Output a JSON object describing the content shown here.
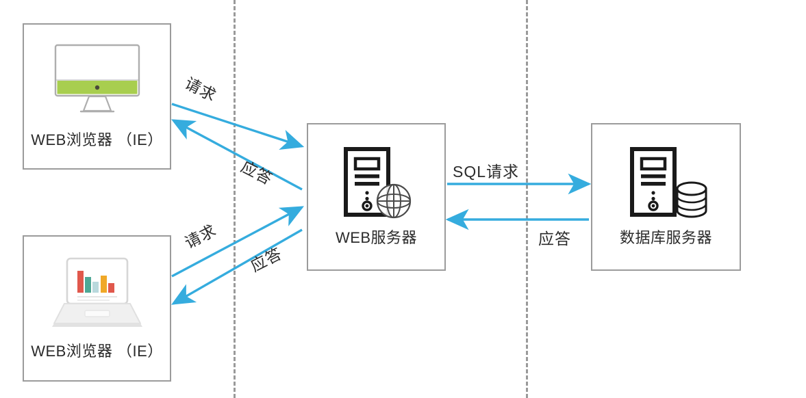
{
  "diagram": {
    "title": "Web three-tier architecture request flow",
    "colors": {
      "arrow": "#35ACDE",
      "box_border": "#9b9b9b",
      "divider": "#9a9a9a",
      "text": "#2b2b2b",
      "monitor_green": "#a8ce4f",
      "chart_red": "#e0584c",
      "chart_teal": "#4ea896",
      "chart_lightblue": "#b9d9dd",
      "chart_orange": "#f0a828",
      "icon_dark": "#1a1a1a",
      "icon_gray": "#b0b0b0"
    },
    "nodes": [
      {
        "id": "browser-top",
        "label": "WEB浏览器 （IE）",
        "icon": "desktop-monitor-icon"
      },
      {
        "id": "browser-bottom",
        "label": "WEB浏览器 （IE）",
        "icon": "laptop-chart-icon"
      },
      {
        "id": "web-server",
        "label": "WEB服务器",
        "icon": "server-globe-icon"
      },
      {
        "id": "db-server",
        "label": "数据库服务器",
        "icon": "server-database-icon"
      }
    ],
    "edges": [
      {
        "id": "req-top",
        "label": "请求",
        "from": "browser-top",
        "to": "web-server"
      },
      {
        "id": "resp-top",
        "label": "应答",
        "from": "web-server",
        "to": "browser-top"
      },
      {
        "id": "req-bot",
        "label": "请求",
        "from": "browser-bottom",
        "to": "web-server"
      },
      {
        "id": "resp-bot",
        "label": "应答",
        "from": "web-server",
        "to": "browser-bottom"
      },
      {
        "id": "sql-req",
        "label": "SQL请求",
        "from": "web-server",
        "to": "db-server"
      },
      {
        "id": "sql-resp",
        "label": "应答",
        "from": "db-server",
        "to": "web-server"
      }
    ],
    "dividers": [
      {
        "id": "divider-left",
        "style": "dashed"
      },
      {
        "id": "divider-right",
        "style": "dashed"
      }
    ]
  }
}
